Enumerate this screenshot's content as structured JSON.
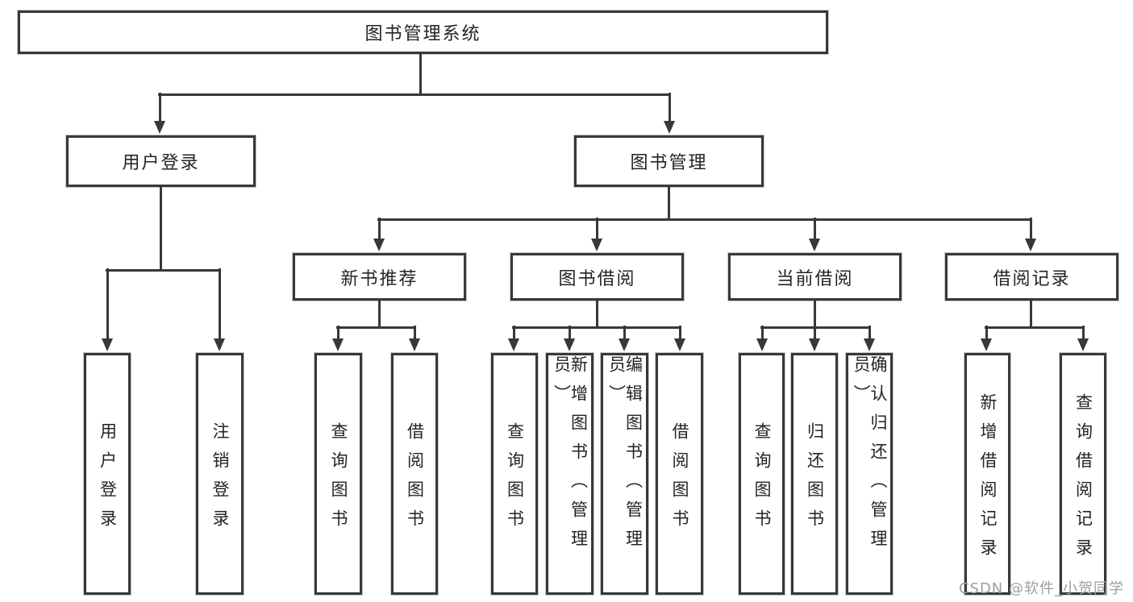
{
  "diagram": {
    "title": "图书管理系统",
    "root": {
      "label": "图书管理系统"
    },
    "level2": [
      {
        "label": "用户登录"
      },
      {
        "label": "图书管理"
      }
    ],
    "level3": [
      {
        "label": "新书推荐"
      },
      {
        "label": "图书借阅"
      },
      {
        "label": "当前借阅"
      },
      {
        "label": "借阅记录"
      }
    ],
    "leaves": [
      {
        "label": "用户登录",
        "parent": "用户登录"
      },
      {
        "label": "注销登录",
        "parent": "用户登录"
      },
      {
        "label": "查询图书",
        "parent": "新书推荐"
      },
      {
        "label": "借阅图书",
        "parent": "新书推荐"
      },
      {
        "label": "查询图书",
        "parent": "图书借阅"
      },
      {
        "label": "新增图书（管理员）",
        "parent": "图书借阅"
      },
      {
        "label": "编辑图书（管理员）",
        "parent": "图书借阅"
      },
      {
        "label": "借阅图书",
        "parent": "图书借阅"
      },
      {
        "label": "查询图书",
        "parent": "当前借阅"
      },
      {
        "label": "归还图书",
        "parent": "当前借阅"
      },
      {
        "label": "确认归还（管理员）",
        "parent": "当前借阅"
      },
      {
        "label": "新增借阅记录",
        "parent": "借阅记录"
      },
      {
        "label": "查询借阅记录",
        "parent": "借阅记录"
      }
    ],
    "colors": {
      "line": "#383838",
      "text": "#242424",
      "box_background": "#ffffff",
      "watermark": "#9e9e9e",
      "background": "#ffffff"
    }
  },
  "watermark": {
    "text": "CSDN @软件_小贺同学"
  }
}
